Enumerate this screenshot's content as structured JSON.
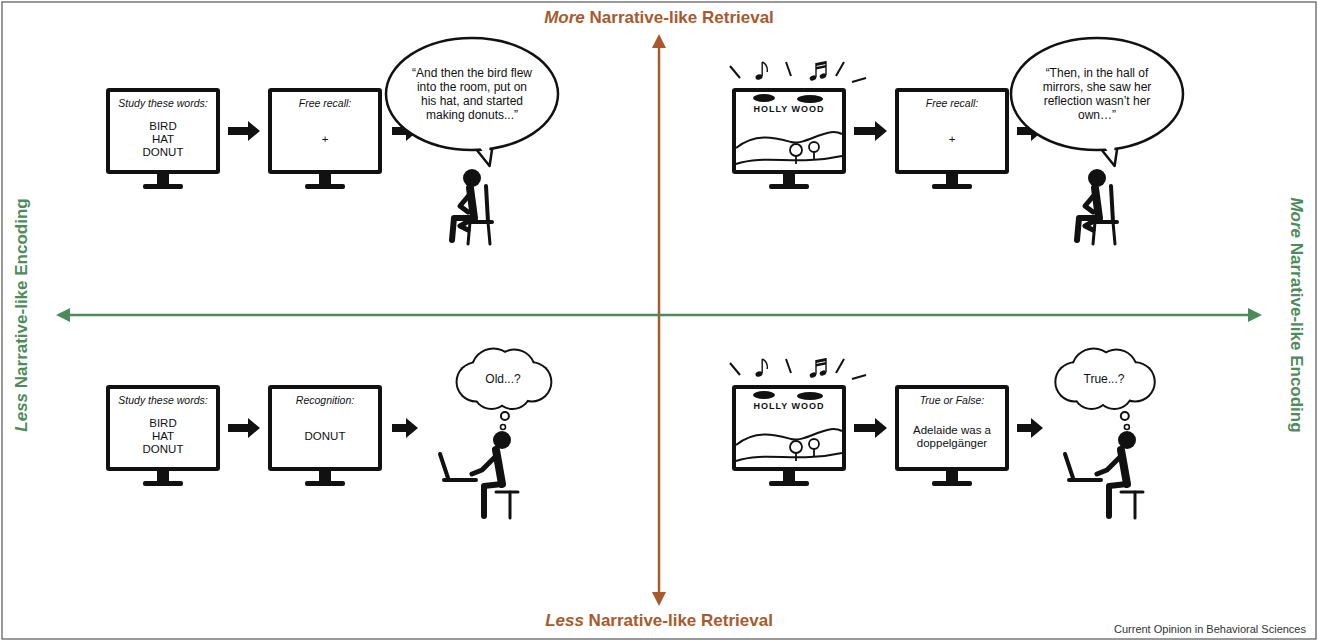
{
  "diagram": {
    "nodes": [
      {
        "text": [
          "Study these words:",
          "BIRD HAT DONUT"
        ]
      },
      {
        "text": [
          "Free recall:",
          "+"
        ]
      },
      {
        "text": [
          "“And then the bird flew into the room, put on his hat, and started making donuts...”"
        ]
      },
      {
        "text": [
          "HOLLY WOOD"
        ]
      },
      {
        "text": [
          "Free recall:",
          "+"
        ]
      },
      {
        "text": [
          "“Then, in the hall of mirrors, she saw her reflection wasn’t her own…”"
        ]
      },
      {
        "text": [
          "Study these words:",
          "BIRD HAT DONUT"
        ]
      },
      {
        "text": [
          "Recognition:",
          "DONUT"
        ]
      },
      {
        "text": [
          "Old...?"
        ]
      },
      {
        "text": [
          "HOLLY WOOD"
        ]
      },
      {
        "text": [
          "True or False:",
          "Adelaide was a doppelgänger"
        ]
      },
      {
        "text": [
          "True...?"
        ]
      }
    ],
    "edges": [
      {
        "from": 0,
        "to": 1,
        "arrow": "to"
      },
      {
        "from": 3,
        "to": 4,
        "arrow": "to"
      },
      {
        "from": 6,
        "to": 7,
        "arrow": "to"
      },
      {
        "from": 9,
        "to": 10,
        "arrow": "to"
      }
    ],
    "labels": [
      "More Narrative-like Retrieval",
      "Less Narrative-like Encoding",
      "More Narrative-like Encoding",
      "Less Narrative-like Retrieval",
      "Current Opinion in Behavioral Sciences"
    ]
  }
}
